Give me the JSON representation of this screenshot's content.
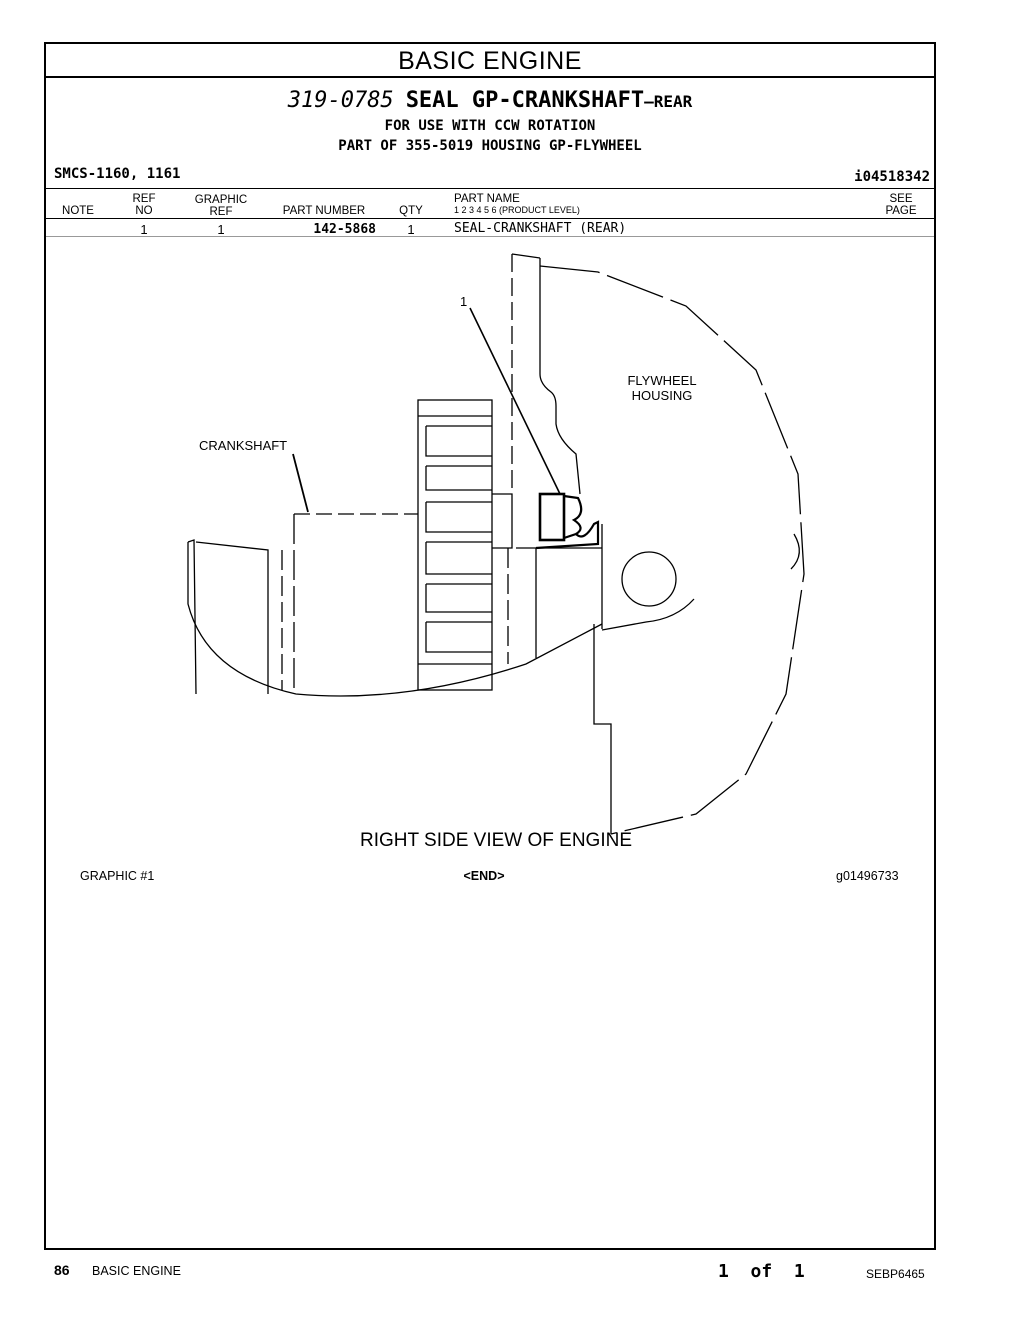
{
  "section_title": "BASIC ENGINE",
  "group": {
    "part_number": "319-0785",
    "name": "SEAL GP-CRANKSHAFT",
    "suffix": "–REAR",
    "note1": "FOR USE WITH CCW ROTATION",
    "note2": "PART OF 355-5019 HOUSING GP-FLYWHEEL"
  },
  "smcs": "SMCS-1160, 1161",
  "doc_id": "i04518342",
  "columns": {
    "note": "NOTE",
    "ref_no_1": "REF",
    "ref_no_2": "NO",
    "graphic_ref_1": "GRAPHIC",
    "graphic_ref_2": "REF",
    "part_number": "PART NUMBER",
    "qty": "QTY",
    "part_name": "PART NAME",
    "levels": "1  2  3  4  5  6   (PRODUCT LEVEL)",
    "see_page_1": "SEE",
    "see_page_2": "PAGE"
  },
  "rows": [
    {
      "ref_no": "1",
      "graphic_ref": "1",
      "part_number": "142-5868",
      "qty": "1",
      "part_name": "SEAL-CRANKSHAFT (REAR)"
    }
  ],
  "illustration": {
    "callout": "1",
    "label_flywheel_1": "FLYWHEEL",
    "label_flywheel_2": "HOUSING",
    "label_crankshaft": "CRANKSHAFT",
    "caption": "RIGHT SIDE VIEW OF ENGINE"
  },
  "graphic_footer": {
    "left": "GRAPHIC #1",
    "center": "<END>",
    "right": "g01496733"
  },
  "page_footer": {
    "page_number": "86",
    "section": "BASIC ENGINE",
    "page_of": "1  of  1",
    "doc": "SEBP6465"
  }
}
